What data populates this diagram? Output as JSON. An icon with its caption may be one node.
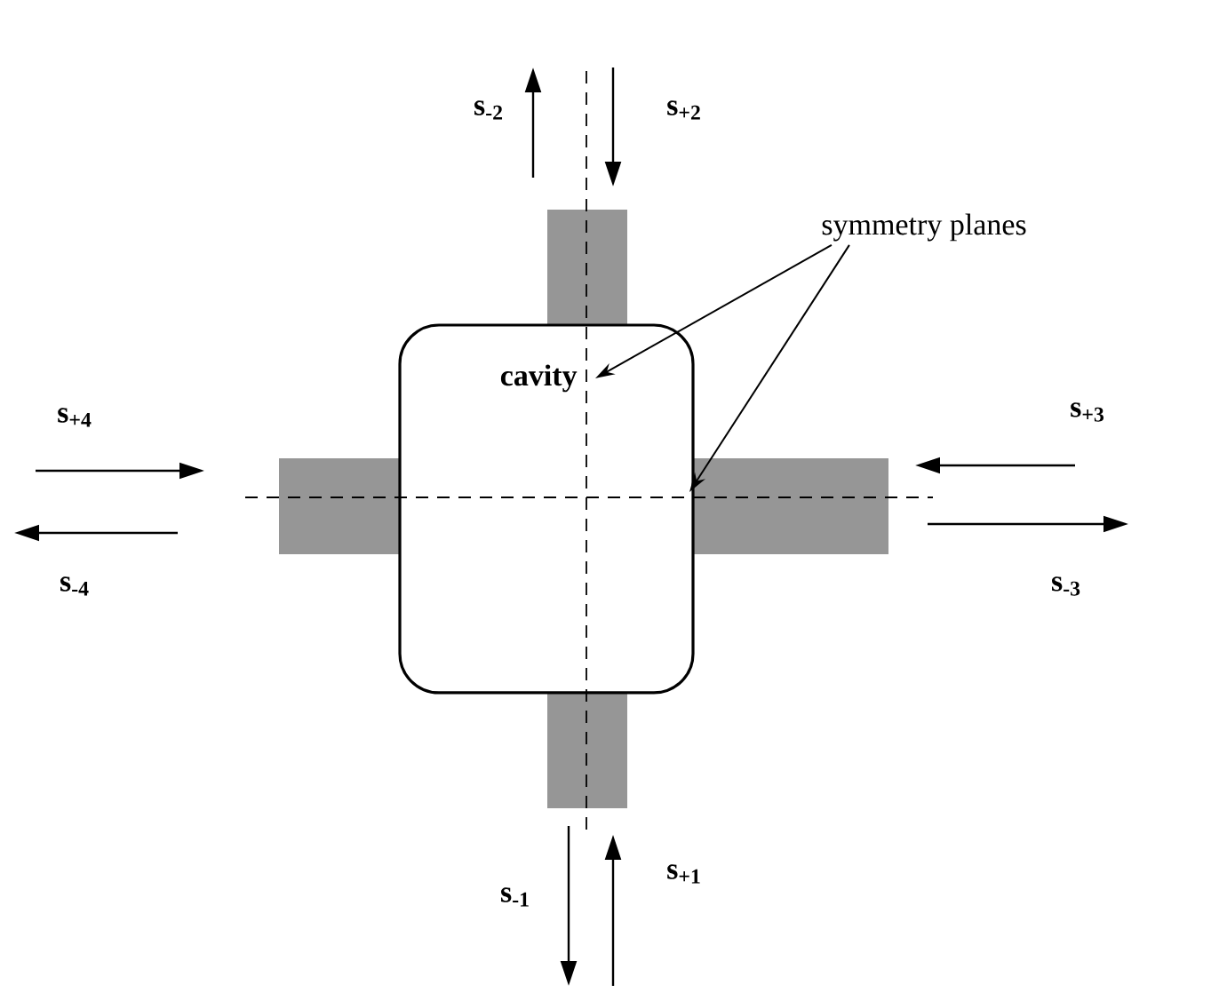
{
  "diagram": {
    "nodes": [
      {
        "text": [
          "cavity"
        ]
      },
      {
        "text": [],
        "shape": "bar"
      },
      {
        "text": [],
        "shape": "bar"
      },
      {
        "text": [],
        "shape": "bar"
      },
      {
        "text": [],
        "shape": "bar"
      },
      {
        "text": [
          "symmetry planes"
        ]
      }
    ],
    "edges": [
      {
        "from": 5,
        "to": 0,
        "arrow": "to"
      },
      {
        "from": 5,
        "to": 0,
        "arrow": "to"
      }
    ],
    "labels": [
      "s$_{-2}$",
      "s$_{+2}$",
      "s$_{+4}$",
      "s$_{+3}$",
      "s$_{-4}$",
      "s$_{-3}$",
      "s$_{-1}$",
      "s$_{+1}$"
    ]
  }
}
